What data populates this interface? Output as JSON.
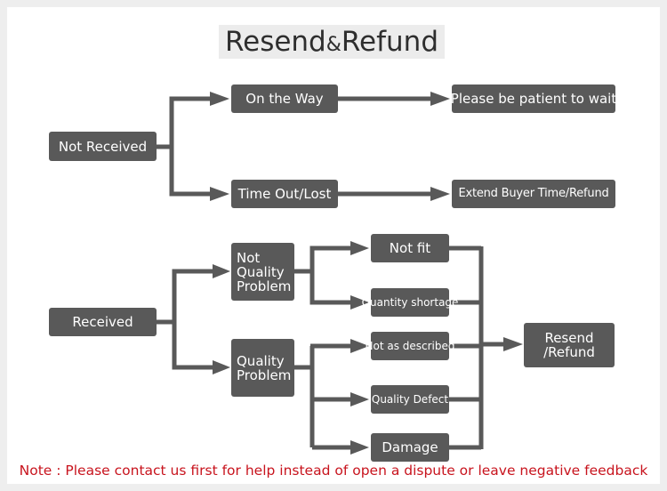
{
  "title": {
    "main": "Resend",
    "amp": "&",
    "tail": "Refund"
  },
  "nodes": {
    "not_received": "Not Received",
    "on_the_way": "On the Way",
    "be_patient": "Please be patient to wait",
    "time_out_lost": "Time Out/Lost",
    "extend_time": "Extend Buyer Time/Refund",
    "received": "Received",
    "not_quality_problem": [
      "Not",
      "Quality",
      "Problem"
    ],
    "quality_problem": [
      "Quality",
      "Problem"
    ],
    "not_fit": "Not fit",
    "quantity_shortage": "Quantity shortage",
    "not_as_described": "Not as described",
    "quality_defect": "Quality Defect",
    "damage": "Damage",
    "resend_refund": [
      "Resend",
      "/Refund"
    ]
  },
  "note": "Note : Please contact us first for help instead of open a dispute or leave negative feedback",
  "colors": {
    "box": "#595959",
    "connector": "#595959",
    "note": "#c8141e",
    "title_bg": "#ececec"
  }
}
